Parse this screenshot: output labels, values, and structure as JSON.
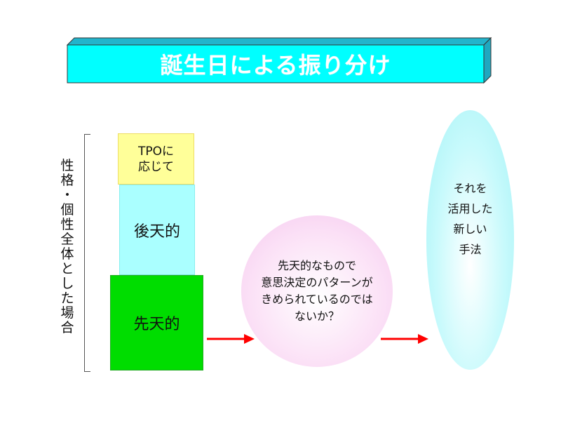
{
  "title": "誕生日による振り分け",
  "side_label": [
    "性",
    "格",
    "・",
    "個",
    "性",
    "全",
    "体",
    "と",
    "し",
    "た",
    "場",
    "合"
  ],
  "stack": {
    "top": [
      "TPOに",
      "応じて"
    ],
    "middle": "後天的",
    "bottom": "先天的"
  },
  "hypothesis": [
    "先天的なもので",
    "意思決定のパターンが",
    "きめられているのでは",
    "ないか？"
  ],
  "result": [
    "それを",
    "活用した",
    "新しい",
    "手法"
  ],
  "colors": {
    "title_face": "#00ffff",
    "title_side": "#22b4cc",
    "top_box": "#ffff99",
    "middle_box": "#aaffff",
    "bottom_box": "#00dd00",
    "circle": "#f8d4f2",
    "ellipse": "#b0f4f8",
    "arrow": "#ff0000"
  }
}
